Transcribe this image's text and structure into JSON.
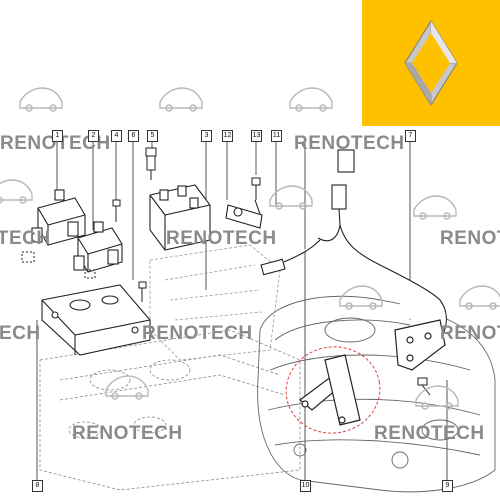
{
  "watermark": {
    "text": "RENOTECH"
  },
  "brand": {
    "name": "Renault",
    "logo_color": "#ffc000"
  },
  "callouts": [
    "1",
    "2",
    "3",
    "4",
    "5",
    "6",
    "7",
    "8",
    "9",
    "10",
    "11",
    "12",
    "13"
  ]
}
